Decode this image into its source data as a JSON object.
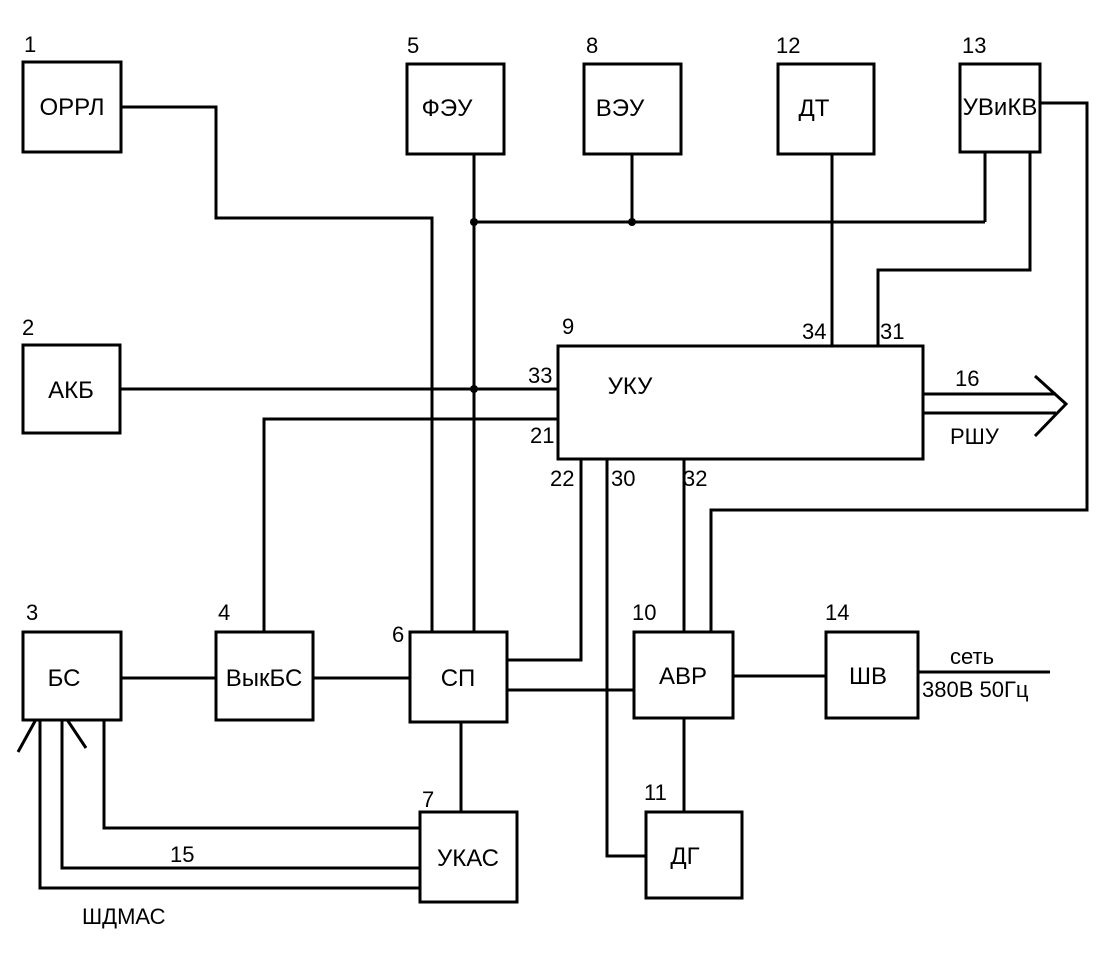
{
  "blocks": {
    "orrl": {
      "number": "1",
      "label": "ОРРЛ"
    },
    "akb": {
      "number": "2",
      "label": "АКБ"
    },
    "bs": {
      "number": "3",
      "label": "БС"
    },
    "vykbs": {
      "number": "4",
      "label": "ВыкБС"
    },
    "feu": {
      "number": "5",
      "label": "ФЭУ"
    },
    "sp": {
      "number": "6",
      "label": "СП"
    },
    "ukas": {
      "number": "7",
      "label": "УКАС"
    },
    "veu": {
      "number": "8",
      "label": "ВЭУ"
    },
    "uku": {
      "number": "9",
      "label": "УКУ"
    },
    "avr": {
      "number": "10",
      "label": "АВР"
    },
    "dg": {
      "number": "11",
      "label": "ДГ"
    },
    "dt": {
      "number": "12",
      "label": "ДТ"
    },
    "uvikv": {
      "number": "13",
      "label": "УВиКВ"
    },
    "shv": {
      "number": "14",
      "label": "ШВ"
    }
  },
  "ports": {
    "p21": "21",
    "p22": "22",
    "p30": "30",
    "p31": "31",
    "p32": "32",
    "p33": "33",
    "p34": "34"
  },
  "links": {
    "bus_15": {
      "number": "15",
      "label": "ШДМАС"
    },
    "bus_16": {
      "number": "16",
      "label": "РШУ"
    },
    "mains": {
      "line1": "сеть",
      "line2": "380В 50Гц"
    }
  }
}
